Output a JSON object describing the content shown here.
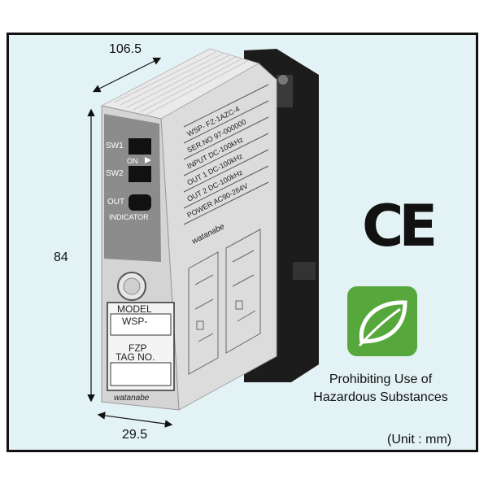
{
  "dimensions": {
    "depth": "106.5",
    "height": "84",
    "width": "29.5",
    "unit_note": "(Unit : mm)"
  },
  "device": {
    "sw1": "SW1",
    "sw2": "SW2",
    "on_label": "ON",
    "out_label": "OUT",
    "indicator_label": "INDICATOR",
    "model_label": "MODEL",
    "model_line1": "WSP-",
    "model_line2": "FZP",
    "tag_label": "TAG NO.",
    "brand": "watanabe",
    "side_labels": [
      "WSP- FZ-1AZC-4",
      "SER.NO 97-000000",
      "INPUT DC-100kHz",
      "OUT 1 DC-100kHz",
      "OUT 2 DC-100kHz",
      "POWER AC90-264V"
    ],
    "side_brand": "watanabe"
  },
  "certifications": {
    "ce_mark": "CE",
    "rohs_line1": "Prohibiting Use of",
    "rohs_line2": "Hazardous Substances",
    "rohs_color": "#56a83c",
    "rohs_icon": "leaf-icon"
  },
  "colors": {
    "background": "#e3f2f4",
    "frame": "#111111"
  }
}
